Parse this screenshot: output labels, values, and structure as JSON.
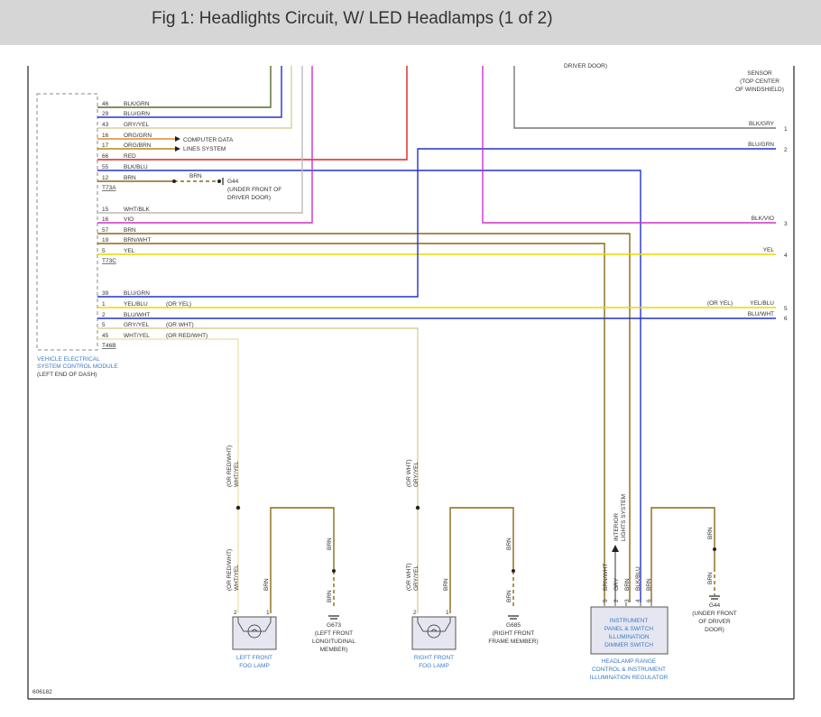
{
  "header": {
    "title": "Fig 1: Headlights Circuit, W/ LED Headlamps (1 of 2)"
  },
  "top_labels": {
    "driver_door_partial": "DRIVER DOOR)",
    "sensor": [
      "SENSOR",
      "(TOP CENTER",
      "OF WINDSHIELD)"
    ]
  },
  "module": {
    "name": [
      "VEHICLE ELECTRICAL",
      "SYSTEM CONTROL MODULE"
    ],
    "location": "(LEFT END OF DASH)",
    "connectors": [
      "T73A",
      "T73C",
      "T46B"
    ],
    "pins": [
      {
        "pin": "46",
        "color": "BLK/GRN"
      },
      {
        "pin": "29",
        "color": "BLU/GRN"
      },
      {
        "pin": "43",
        "color": "GRY/YEL"
      },
      {
        "pin": "16",
        "color": "ORG/GRN"
      },
      {
        "pin": "17",
        "color": "ORG/BRN"
      },
      {
        "pin": "66",
        "color": "RED"
      },
      {
        "pin": "55",
        "color": "BLK/BLU"
      },
      {
        "pin": "12",
        "color": "BRN"
      },
      {
        "pin": "15",
        "color": "WHT/BLK"
      },
      {
        "pin": "16",
        "color": "VIO"
      },
      {
        "pin": "57",
        "color": "BRN"
      },
      {
        "pin": "19",
        "color": "BRN/WHT"
      },
      {
        "pin": "5",
        "color": "YEL"
      },
      {
        "pin": "39",
        "color": "BLU/GRN"
      },
      {
        "pin": "1",
        "color": "YEL/BLU"
      },
      {
        "pin": "2",
        "color": "BLU/WHT"
      },
      {
        "pin": "5",
        "color": "GRY/YEL"
      },
      {
        "pin": "45",
        "color": "WHT/YEL"
      }
    ],
    "alt_colors": [
      "(OR YEL)",
      "(OR WHT)",
      "(OR RED/WHT)"
    ]
  },
  "data_lines": {
    "line1": "COMPUTER DATA",
    "line2": "LINES SYSTEM"
  },
  "g44_top": {
    "wire": "BRN",
    "name": "G44",
    "loc": [
      "(UNDER FRONT OF",
      "DRIVER DOOR)"
    ]
  },
  "right_edge": [
    {
      "color": "BLK/GRY",
      "num": "1"
    },
    {
      "color": "BLU/GRN",
      "num": "2"
    },
    {
      "color": "BLK/VIO",
      "num": "3"
    },
    {
      "color": "YEL",
      "num": "4"
    },
    {
      "color": "YEL/BLU",
      "alt": "(OR YEL)",
      "num": "5"
    },
    {
      "color": "BLU/WHT",
      "num": "6"
    }
  ],
  "left_fog": {
    "upper_wire": [
      "(OR RED/WHT)",
      "WHT/YEL"
    ],
    "lower_wire": [
      "(OR RED/WHT)",
      "WHT/YEL"
    ],
    "brn": "BRN",
    "pins": [
      "2",
      "1"
    ],
    "name": [
      "LEFT FRONT",
      "FOG LAMP"
    ],
    "ground_wire": [
      "BRN",
      "BRN"
    ],
    "ground": [
      "G673",
      "(LEFT FRONT",
      "LONGITUDINAL",
      "MEMBER)"
    ]
  },
  "right_fog": {
    "upper_wire": [
      "(OR WHT)",
      "GRY/YEL"
    ],
    "lower_wire": [
      "(OR WHT)",
      "GRY/YEL"
    ],
    "brn": "BRN",
    "pins": [
      "2",
      "1"
    ],
    "name": [
      "RIGHT FRONT",
      "FOG LAMP"
    ],
    "ground_wire": [
      "BRN",
      "BRN"
    ],
    "ground": [
      "G685",
      "(RIGHT FRONT",
      "FRAME MEMBER)"
    ]
  },
  "dimmer": {
    "box": [
      "INSTRUMENT",
      "PANEL & SWITCH",
      "ILLUMINATION",
      "DIMMER SWITCH"
    ],
    "name": [
      "HEADLAMP RANGE",
      "CONTROL & INSTRUMENT",
      "ILLUMINATION REGULATOR"
    ],
    "pins": [
      {
        "num": "5",
        "color": "BRN/WHT"
      },
      {
        "num": "2",
        "color": "GRY"
      },
      {
        "num": "3",
        "color": "BRN"
      },
      {
        "num": "4",
        "color": "BLK/BLU"
      },
      {
        "num": "6",
        "color": "BRN"
      }
    ],
    "interior": [
      "INTERIOR",
      "LIGHTS SYSTEM"
    ]
  },
  "g44_right": {
    "wire": [
      "BRN",
      "BRN"
    ],
    "name": "G44",
    "loc": [
      "(UNDER FRONT",
      "OF DRIVER",
      "DOOR)"
    ]
  },
  "figure_id": "606182"
}
